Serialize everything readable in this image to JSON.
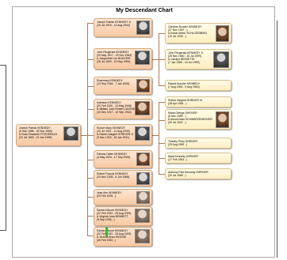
{
  "chart": {
    "title": "My Descendant Chart",
    "root": {
      "lines": [
        "Joseph Patrick KENNEDY",
        "(6 Sep 1888 - 18 Nov 1969)",
        "& Rose Elizabeth FITZGERALD",
        "(22 Jul 1890 - 22 Jan 1995)"
      ],
      "photo": "couple-photo"
    },
    "children": [
      {
        "lines": [
          "Joseph Patrick KENNEDY Jr",
          "(25 Jul 1915 - 12 Aug 1944)"
        ],
        "photo": "portrait-photo"
      },
      {
        "lines": [
          "John Fitzgerald KENNEDY",
          "(29 May 1917 - 22 Nov 1963)",
          "& Jacqueline Lee BOUVIER",
          "(28 Jul 1929 - 19 May 1994)"
        ],
        "photo": "couple-photo"
      },
      {
        "lines": [
          "Rosemary KENNEDY",
          "(13 Sep 1918 - 7 Jan 2005)"
        ],
        "photo": "portrait-photo"
      },
      {
        "lines": [
          "Kathleen KENNEDY",
          "(20 Feb 1920 - 13 May 1948)",
          "& William John Robert CAVENDISH",
          "(10 Dec 1917 - 10 Sep 1944)"
        ],
        "photo": "couple-photo"
      },
      {
        "lines": [
          "Eunice Mary KENNEDY",
          "(10 Jul 1921 - 11 Aug 2009)",
          "& Robert Sargent SHRIVER Jr",
          "(9 Nov 1915 - 18 Jan 2011)"
        ],
        "photo": "couple-photo"
      },
      {
        "lines": [
          "Patricia Helen KENNEDY",
          "(6 May 1924 - 17 Sep 2006)"
        ],
        "photo": "portrait-photo"
      },
      {
        "lines": [
          "Robert Francis KENNEDY",
          "(20 Nov 1925 - 6 Jun 1968)"
        ],
        "photo": "portrait-photo"
      },
      {
        "lines": [
          "Jean Ann KENNEDY",
          "(20 Feb 1928 - )"
        ],
        "photo": "portrait-photo"
      },
      {
        "lines": [
          "Edward Moore KENNEDY",
          "(22 Feb 1932 - 25 Aug 2009)",
          "& Virginia Joan BENNETT",
          "(9 Sep 1936 - )"
        ],
        "photo": "couple-photo"
      },
      {
        "lines": [
          "Edward Moore KENNEDY",
          "(22 Feb 1932 - 25 Aug 2009)",
          "& Victoria Anne REGGIE",
          "(26 Feb 1954 - )"
        ],
        "photo": "couple-photo"
      }
    ],
    "grandchildren": [
      {
        "lines": [
          "Caroline Bouvier KENNEDY",
          "(27 Nov 1957 - )",
          "& Edwin Arthur SCHLOSSBERG",
          "(19 Jul 1945 - )"
        ],
        "photo": "portrait-photo"
      },
      {
        "lines": [
          "John Fitzgerald KENNEDY Jr",
          "(25 Nov 1960 - 16 Jul 1999)",
          "& Carolyn BESSETTE",
          "(7 Jan 1966 - 16 Jul 1999)"
        ],
        "photo": "couple-photo"
      },
      {
        "lines": [
          "Patrick Bouvier KENNEDY",
          "(7 Aug 1963 - 9 Aug 1963)"
        ],
        "photo": ""
      },
      {
        "lines": [
          "Robert Sargent SHRIVER III",
          "(28 Apr 1954 - )"
        ],
        "photo": ""
      },
      {
        "lines": [
          "Maria Owings SHRIVER",
          "(6 Nov 1955 - )",
          "& Arnold Alois SCHWARZENEGGER",
          "(30 Jul 1947 - )"
        ],
        "photo": "portrait-photo"
      },
      {
        "lines": [
          "Timothy Perry SHRIVER",
          "(29 Aug 1959 - )"
        ],
        "photo": ""
      },
      {
        "lines": [
          "Mark Kennedy SHRIVER",
          "(17 Feb 1964 - )"
        ],
        "photo": ""
      },
      {
        "lines": [
          "Anthony Paul Kennedy SHRIVER",
          "(20 Jul 1965 - )"
        ],
        "photo": ""
      }
    ]
  }
}
